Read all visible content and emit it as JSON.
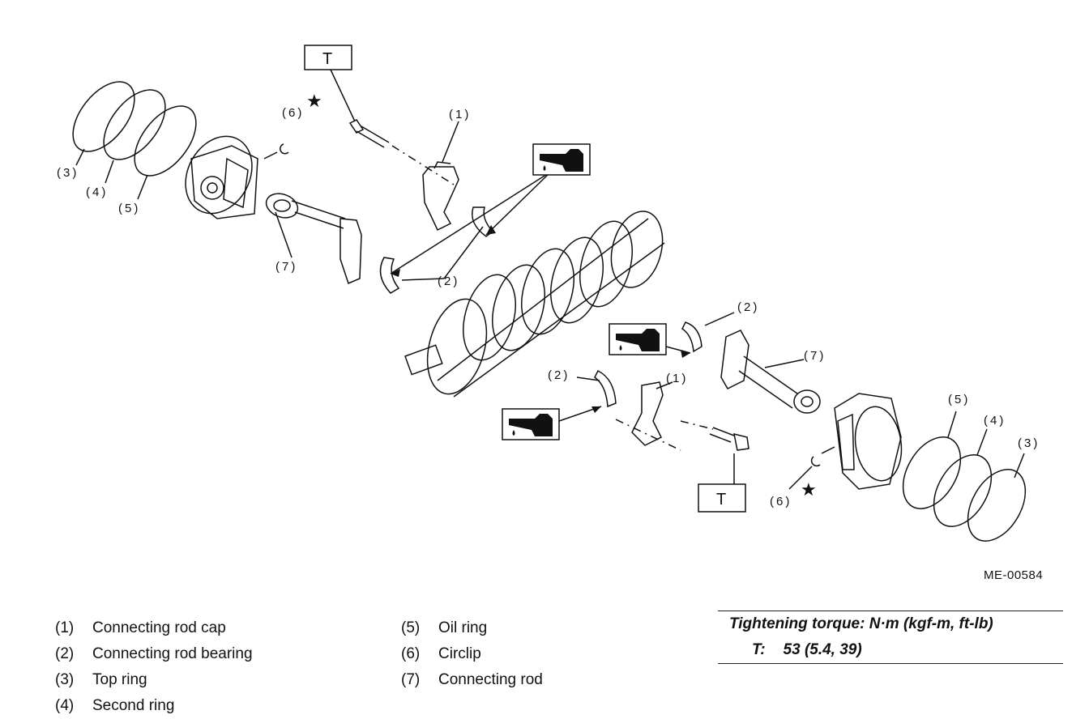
{
  "figure_id": "ME-00584",
  "callouts": {
    "c1": "(1)",
    "c2": "(2)",
    "c3": "(3)",
    "c4": "(4)",
    "c5": "(5)",
    "c6": "(6)",
    "c7": "(7)"
  },
  "torque_symbol": "T",
  "legend": [
    {
      "num": "(1)",
      "label": "Connecting rod cap"
    },
    {
      "num": "(2)",
      "label": "Connecting rod bearing"
    },
    {
      "num": "(3)",
      "label": "Top ring"
    },
    {
      "num": "(4)",
      "label": "Second ring"
    },
    {
      "num": "(5)",
      "label": "Oil ring"
    },
    {
      "num": "(6)",
      "label": "Circlip"
    },
    {
      "num": "(7)",
      "label": "Connecting rod"
    }
  ],
  "torque_spec": {
    "heading": "Tightening torque: N·m (kgf-m, ft-lb)",
    "symbol": "T:",
    "value": "53 (5.4, 39)"
  },
  "colors": {
    "line": "#111111",
    "background": "#ffffff"
  },
  "icons": [
    "oil-can-icon",
    "star-icon"
  ]
}
